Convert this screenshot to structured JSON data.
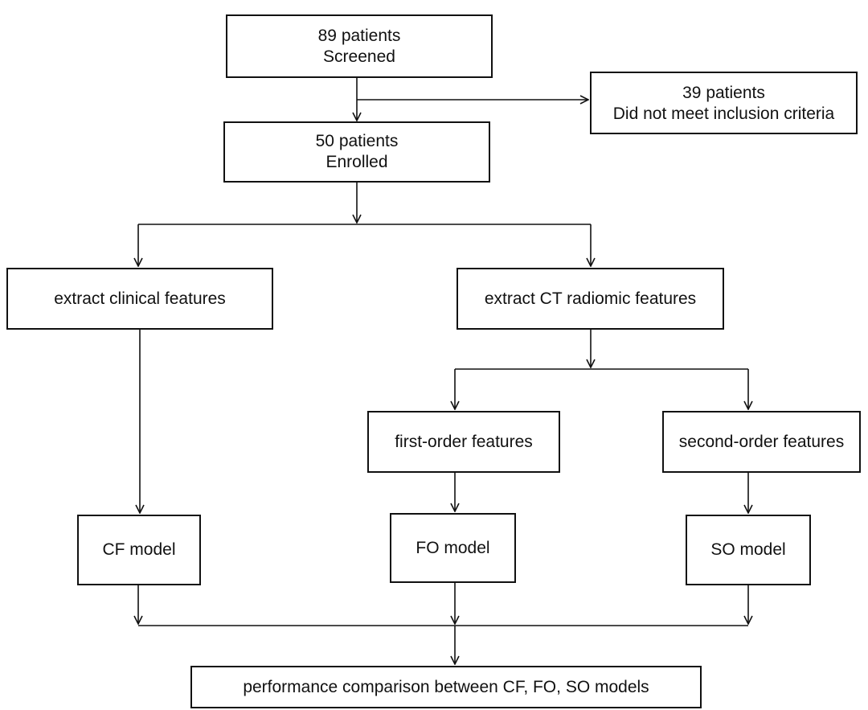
{
  "nodes": {
    "screened": {
      "line1": "89 patients",
      "line2": "Screened"
    },
    "excluded": {
      "line1": "39 patients",
      "line2": "Did not meet inclusion criteria"
    },
    "enrolled": {
      "line1": "50 patients",
      "line2": "Enrolled"
    },
    "clinical": {
      "label": "extract clinical features"
    },
    "ct": {
      "label": "extract CT radiomic features"
    },
    "first_order": {
      "label": "first-order features"
    },
    "second_order": {
      "label": "second-order features"
    },
    "cf_model": {
      "label": "CF model"
    },
    "fo_model": {
      "label": "FO model"
    },
    "so_model": {
      "label": "SO model"
    },
    "comparison": {
      "label": "performance comparison between CF, FO, SO models"
    }
  },
  "colors": {
    "line": "#111111",
    "box_fill": "#ffffff",
    "background": "#ffffff"
  }
}
